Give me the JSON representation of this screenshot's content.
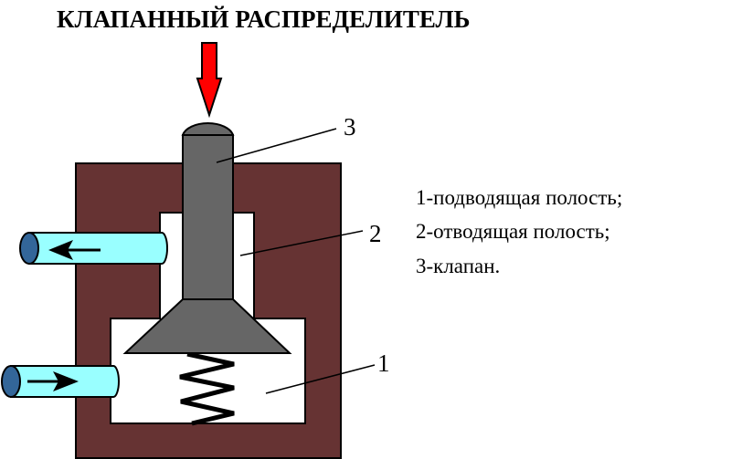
{
  "title": "КЛАПАННЫЙ РАСПРЕДЕЛИТЕЛЬ",
  "callouts": [
    "1",
    "2",
    "3"
  ],
  "legend": [
    "1-подводящая полость;",
    "2-отводящая полость;",
    "3-клапан."
  ],
  "colors": {
    "body": "#663333",
    "valve": "#666666",
    "pipe": "#99ffff",
    "pipe_end": "#336699",
    "force_arrow": "#ff0000"
  }
}
